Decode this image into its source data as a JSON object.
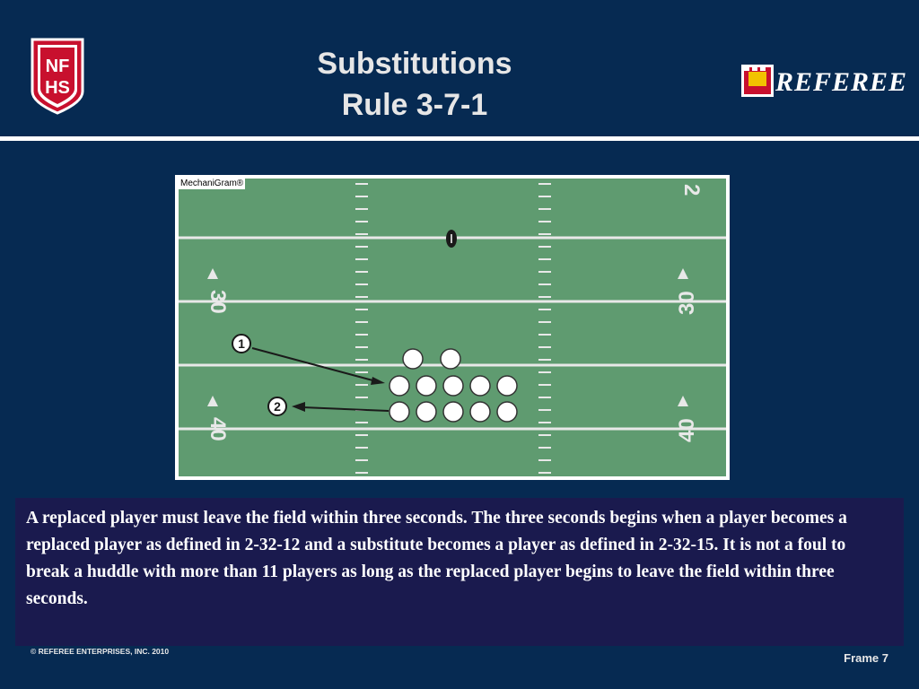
{
  "slide": {
    "title_line1": "Substitutions",
    "title_line2": "Rule 3-7-1",
    "body_text": "A replaced player must leave the field within three seconds.  The three seconds begins when a player becomes a replaced player as defined in 2-32-12 and a substitute becomes a player as defined in 2-32-15.  It is not a foul to break a huddle with more than 11 players  as long as the replaced player begins to leave the field within three seconds.",
    "copyright": "© REFEREE ENTERPRISES, INC. 2010",
    "frame_label": "Frame 7"
  },
  "logos": {
    "left": "NF HS",
    "right": "REFEREE"
  },
  "diagram": {
    "mechanigram_label": "MechaniGram®",
    "yard_numbers": {
      "top_partial": "2",
      "left_30": "30",
      "right_30": "30",
      "left_40": "40",
      "right_40": "40"
    },
    "callout_1": "1",
    "callout_2": "2",
    "colors": {
      "field": "#5f9b70",
      "lines": "#e8e8e8",
      "player": "#ffffff",
      "ball": "#1a1a1a"
    }
  },
  "colors": {
    "background": "#062a52",
    "text_box": "#1a1a4e"
  }
}
